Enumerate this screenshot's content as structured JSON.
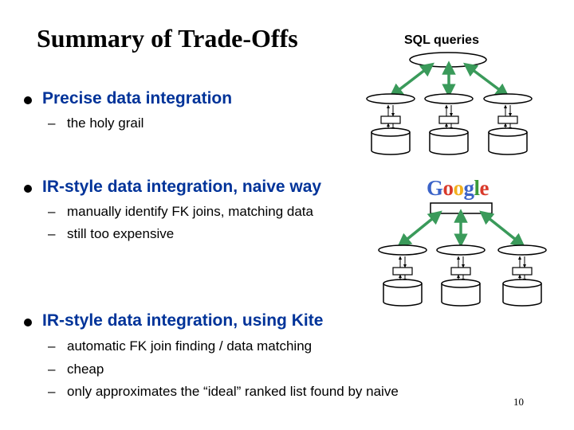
{
  "slide": {
    "title": "Summary of Trade-Offs",
    "page_number": "10"
  },
  "diagram": {
    "top_label": "SQL queries",
    "logo_text": "Google",
    "logo_letters": [
      {
        "ch": "G",
        "color": "#3b63c8"
      },
      {
        "ch": "o",
        "color": "#d9392a"
      },
      {
        "ch": "o",
        "color": "#f2b01e"
      },
      {
        "ch": "g",
        "color": "#3b63c8"
      },
      {
        "ch": "l",
        "color": "#3a9a3a"
      },
      {
        "ch": "e",
        "color": "#d9392a"
      }
    ],
    "arrow_color": "#3a9a5a"
  },
  "bullets": [
    {
      "text": "Precise data integration",
      "subs": [
        "the holy grail"
      ]
    },
    {
      "text": "IR-style data integration, naive way",
      "subs": [
        "manually identify FK joins, matching data",
        "still too expensive"
      ]
    },
    {
      "text": "IR-style data integration, using Kite",
      "subs": [
        "automatic FK join finding / data matching",
        "cheap",
        "only approximates the “ideal” ranked list found by naive"
      ]
    }
  ],
  "colors": {
    "bullet_text": "#003399",
    "body_text": "#000000"
  }
}
